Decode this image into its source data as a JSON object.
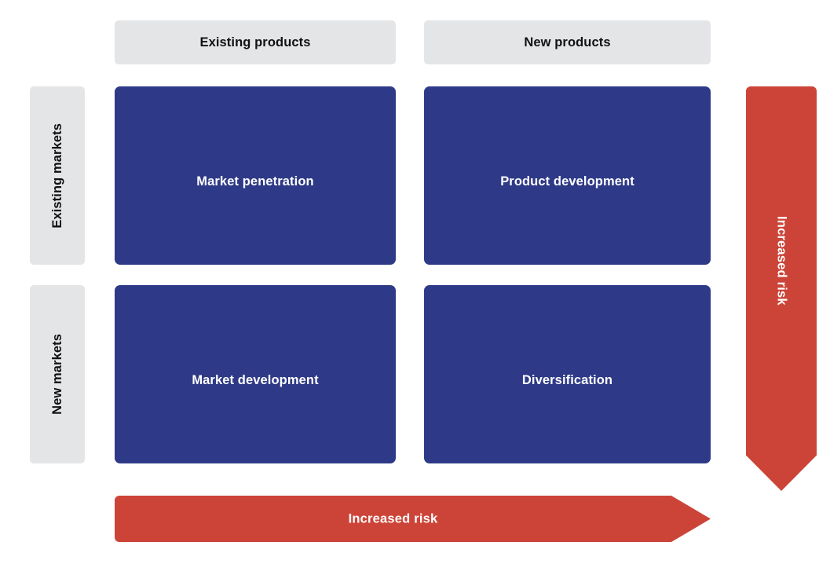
{
  "diagram": {
    "type": "ansoff-matrix",
    "colors": {
      "cell_blue": "#2e3a87",
      "arrow_red": "#cc4438",
      "header_gray": "#e4e5e7",
      "header_text": "#111111",
      "cell_text": "#ffffff",
      "background": "#ffffff"
    },
    "column_headers": [
      {
        "id": "existing-products",
        "label": "Existing products"
      },
      {
        "id": "new-products",
        "label": "New products"
      }
    ],
    "row_headers": [
      {
        "id": "existing-markets",
        "label": "Existing markets"
      },
      {
        "id": "new-markets",
        "label": "New markets"
      }
    ],
    "quadrants": [
      {
        "id": "market-penetration",
        "label": "Market penetration",
        "row": "Existing markets",
        "column": "Existing products"
      },
      {
        "id": "product-development",
        "label": "Product development",
        "row": "Existing markets",
        "column": "New products"
      },
      {
        "id": "market-development",
        "label": "Market development",
        "row": "New markets",
        "column": "Existing products"
      },
      {
        "id": "diversification",
        "label": "Diversification",
        "row": "New markets",
        "column": "New products"
      }
    ],
    "arrows": {
      "vertical": {
        "label": "Increased risk",
        "direction": "down",
        "orientation": "vertical"
      },
      "horizontal": {
        "label": "Increased risk",
        "direction": "right",
        "orientation": "horizontal"
      }
    }
  }
}
